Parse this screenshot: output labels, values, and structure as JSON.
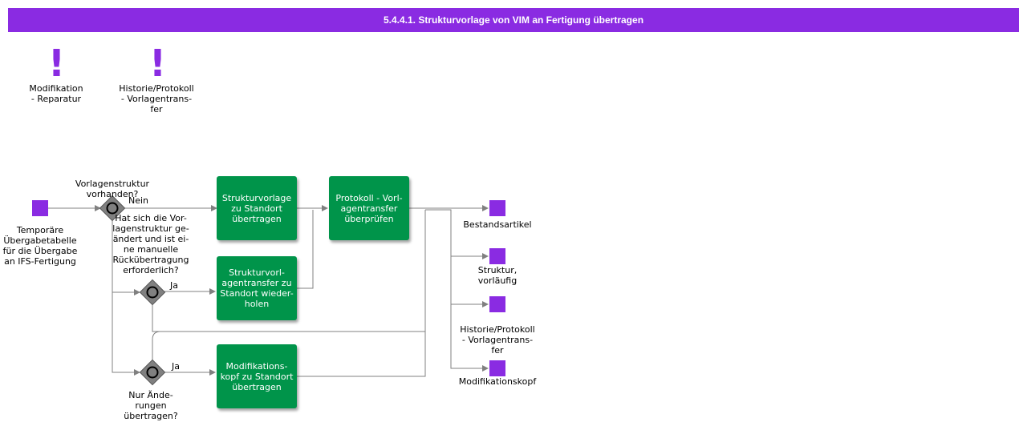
{
  "title": "5.4.4.1. Strukturvorlage von VIM an Fertigung übertragen",
  "indicators": [
    {
      "icon": "exclamation-icon",
      "symbol": "!",
      "label": "Modifikation\n- Reparatur"
    },
    {
      "icon": "exclamation-icon",
      "symbol": "!",
      "label": "Historie/Protokoll\n- Vorlagentrans-\nfer"
    }
  ],
  "start_object": {
    "label": "Temporäre\nÜbergabetabelle\nfür die Übergabe\nan IFS-Fertigung"
  },
  "gateways": [
    {
      "question": "Vorlagenstruktur\nvorhanden?",
      "branch_label": "Nein"
    },
    {
      "question": "Hat sich die Vor-\nlagenstruktur ge-\nändert und ist ei-\nne manuelle\nRückübertragung\nerforderlich?",
      "branch_label": "Ja"
    },
    {
      "question": "Nur Ände-\nrungen\nübertragen?",
      "branch_label": "Ja"
    }
  ],
  "tasks": [
    {
      "label": "Strukturvorlage\nzu Standort\nübertragen"
    },
    {
      "label": "Protokoll - Vorl-\nagentransfer\nüberprüfen"
    },
    {
      "label": "Strukturvorl-\nagentransfer zu\nStandort wieder-\nholen"
    },
    {
      "label": "Modifikations-\nkopf zu Standort\nübertragen"
    }
  ],
  "outputs": [
    {
      "label": "Bestandsartikel"
    },
    {
      "label": "Struktur,\nvorläufig"
    },
    {
      "label": "Historie/Protokoll\n- Vorlagentrans-\nfer"
    },
    {
      "label": "Modifikationskopf"
    }
  ],
  "colors": {
    "title_bg": "#8a2be2",
    "object": "#8a2be2",
    "task": "#00944a",
    "gateway": "#808080",
    "flow": "#808080"
  }
}
